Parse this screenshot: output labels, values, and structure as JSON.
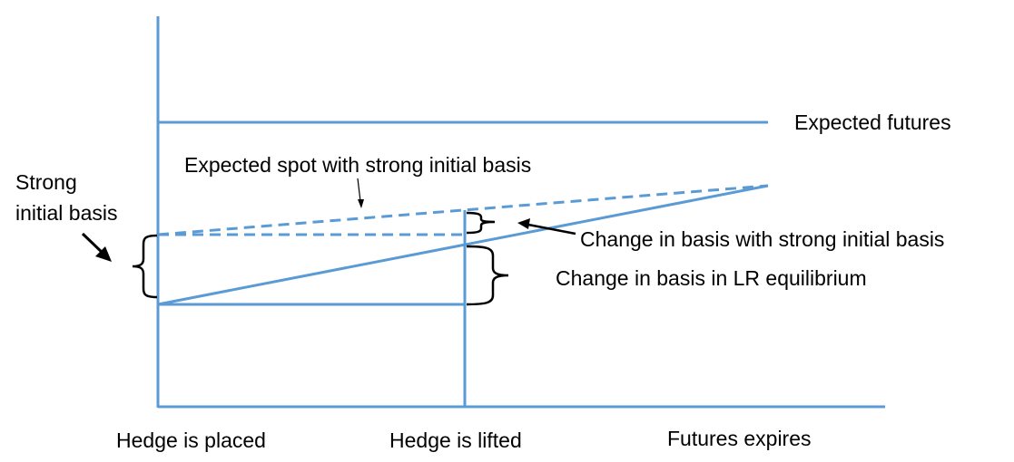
{
  "labels": {
    "expected_futures": "Expected futures",
    "expected_spot_strong": "Expected spot with strong initial basis",
    "strong_initial_basis_line1": "Strong",
    "strong_initial_basis_line2": "initial basis",
    "change_basis_strong": "Change in basis with strong initial basis",
    "change_basis_lr": "Change in basis in LR equilibrium",
    "hedge_placed": "Hedge is placed",
    "hedge_lifted": "Hedge is lifted",
    "futures_expires": "Futures expires"
  },
  "colors": {
    "line": "#5b9bd5",
    "bracket": "#000000",
    "text": "#000000"
  }
}
